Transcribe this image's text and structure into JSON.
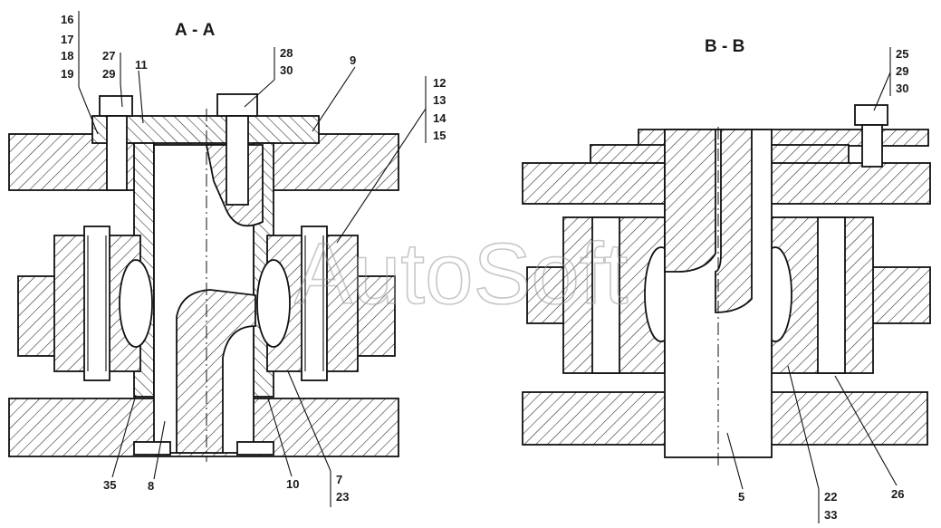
{
  "sections": {
    "a": {
      "title": "А - А"
    },
    "b": {
      "title": "В - В"
    }
  },
  "watermark": "AutoSoft",
  "callouts": {
    "c16": "16",
    "c17": "17",
    "c18": "18",
    "c19": "19",
    "c27": "27",
    "c29a": "29",
    "c11": "11",
    "c28": "28",
    "c30a": "30",
    "c9": "9",
    "c12": "12",
    "c13": "13",
    "c14": "14",
    "c15": "15",
    "c35": "35",
    "c8": "8",
    "c10": "10",
    "c7": "7",
    "c23": "23",
    "c25": "25",
    "c29b": "29",
    "c30b": "30",
    "c5": "5",
    "c22": "22",
    "c33": "33",
    "c26": "26"
  }
}
